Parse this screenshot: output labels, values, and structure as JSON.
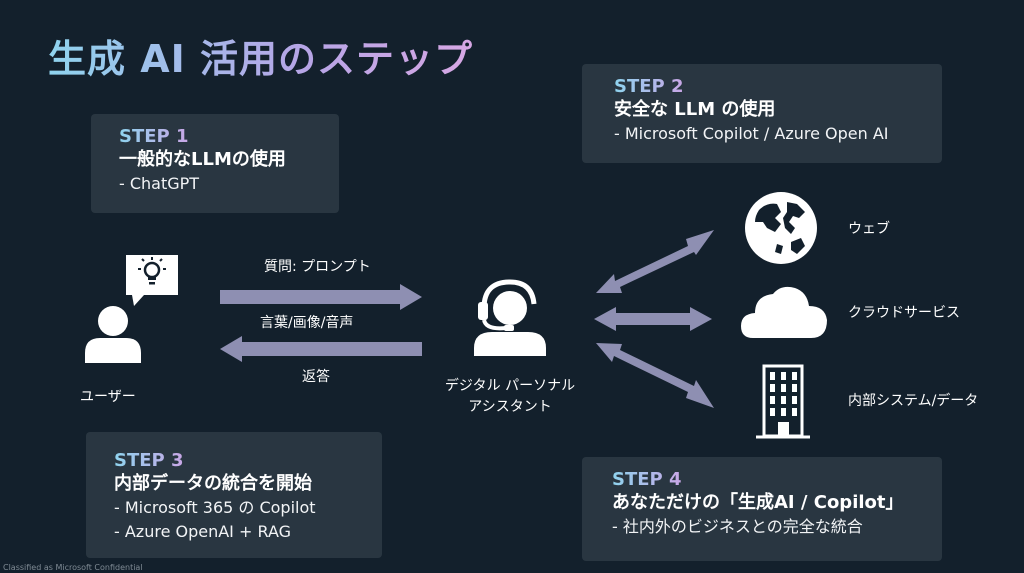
{
  "title": "生成 AI 活用のステップ",
  "steps": [
    {
      "label": "STEP 1",
      "title": "一般的なLLMの使用",
      "items": [
        "- ChatGPT"
      ]
    },
    {
      "label": "STEP 2",
      "title": "安全な LLM の使用",
      "items": [
        "- Microsoft Copilot / Azure Open AI"
      ]
    },
    {
      "label": "STEP 3",
      "title": "内部データの統合を開始",
      "items": [
        "- Microsoft 365 の Copilot",
        "- Azure OpenAI + RAG"
      ]
    },
    {
      "label": "STEP 4",
      "title": "あなただけの「生成AI / Copilot」",
      "items": [
        "- 社内外のビジネスとの完全な統合"
      ]
    }
  ],
  "flow": {
    "user_label": "ユーザー",
    "question_label": "質問: プロンプト",
    "modality_label": "言葉/画像/音声",
    "answer_label": "返答",
    "assistant_label_line1": "デジタル パーソナル",
    "assistant_label_line2": "アシスタント"
  },
  "sources": [
    "ウェブ",
    "クラウドサービス",
    "内部システム/データ"
  ],
  "footer": "Classified as Microsoft Confidential",
  "icons": {
    "user": "user-with-idea-icon",
    "assistant": "headset-agent-icon",
    "web": "globe-icon",
    "cloud": "cloud-icon",
    "internal": "building-icon"
  },
  "colors": {
    "background": "#13202c",
    "box": "#293641",
    "arrow": "#8e8fb2",
    "title_gradient_start": "#8fd3ee",
    "title_gradient_end": "#d7a7e4"
  }
}
